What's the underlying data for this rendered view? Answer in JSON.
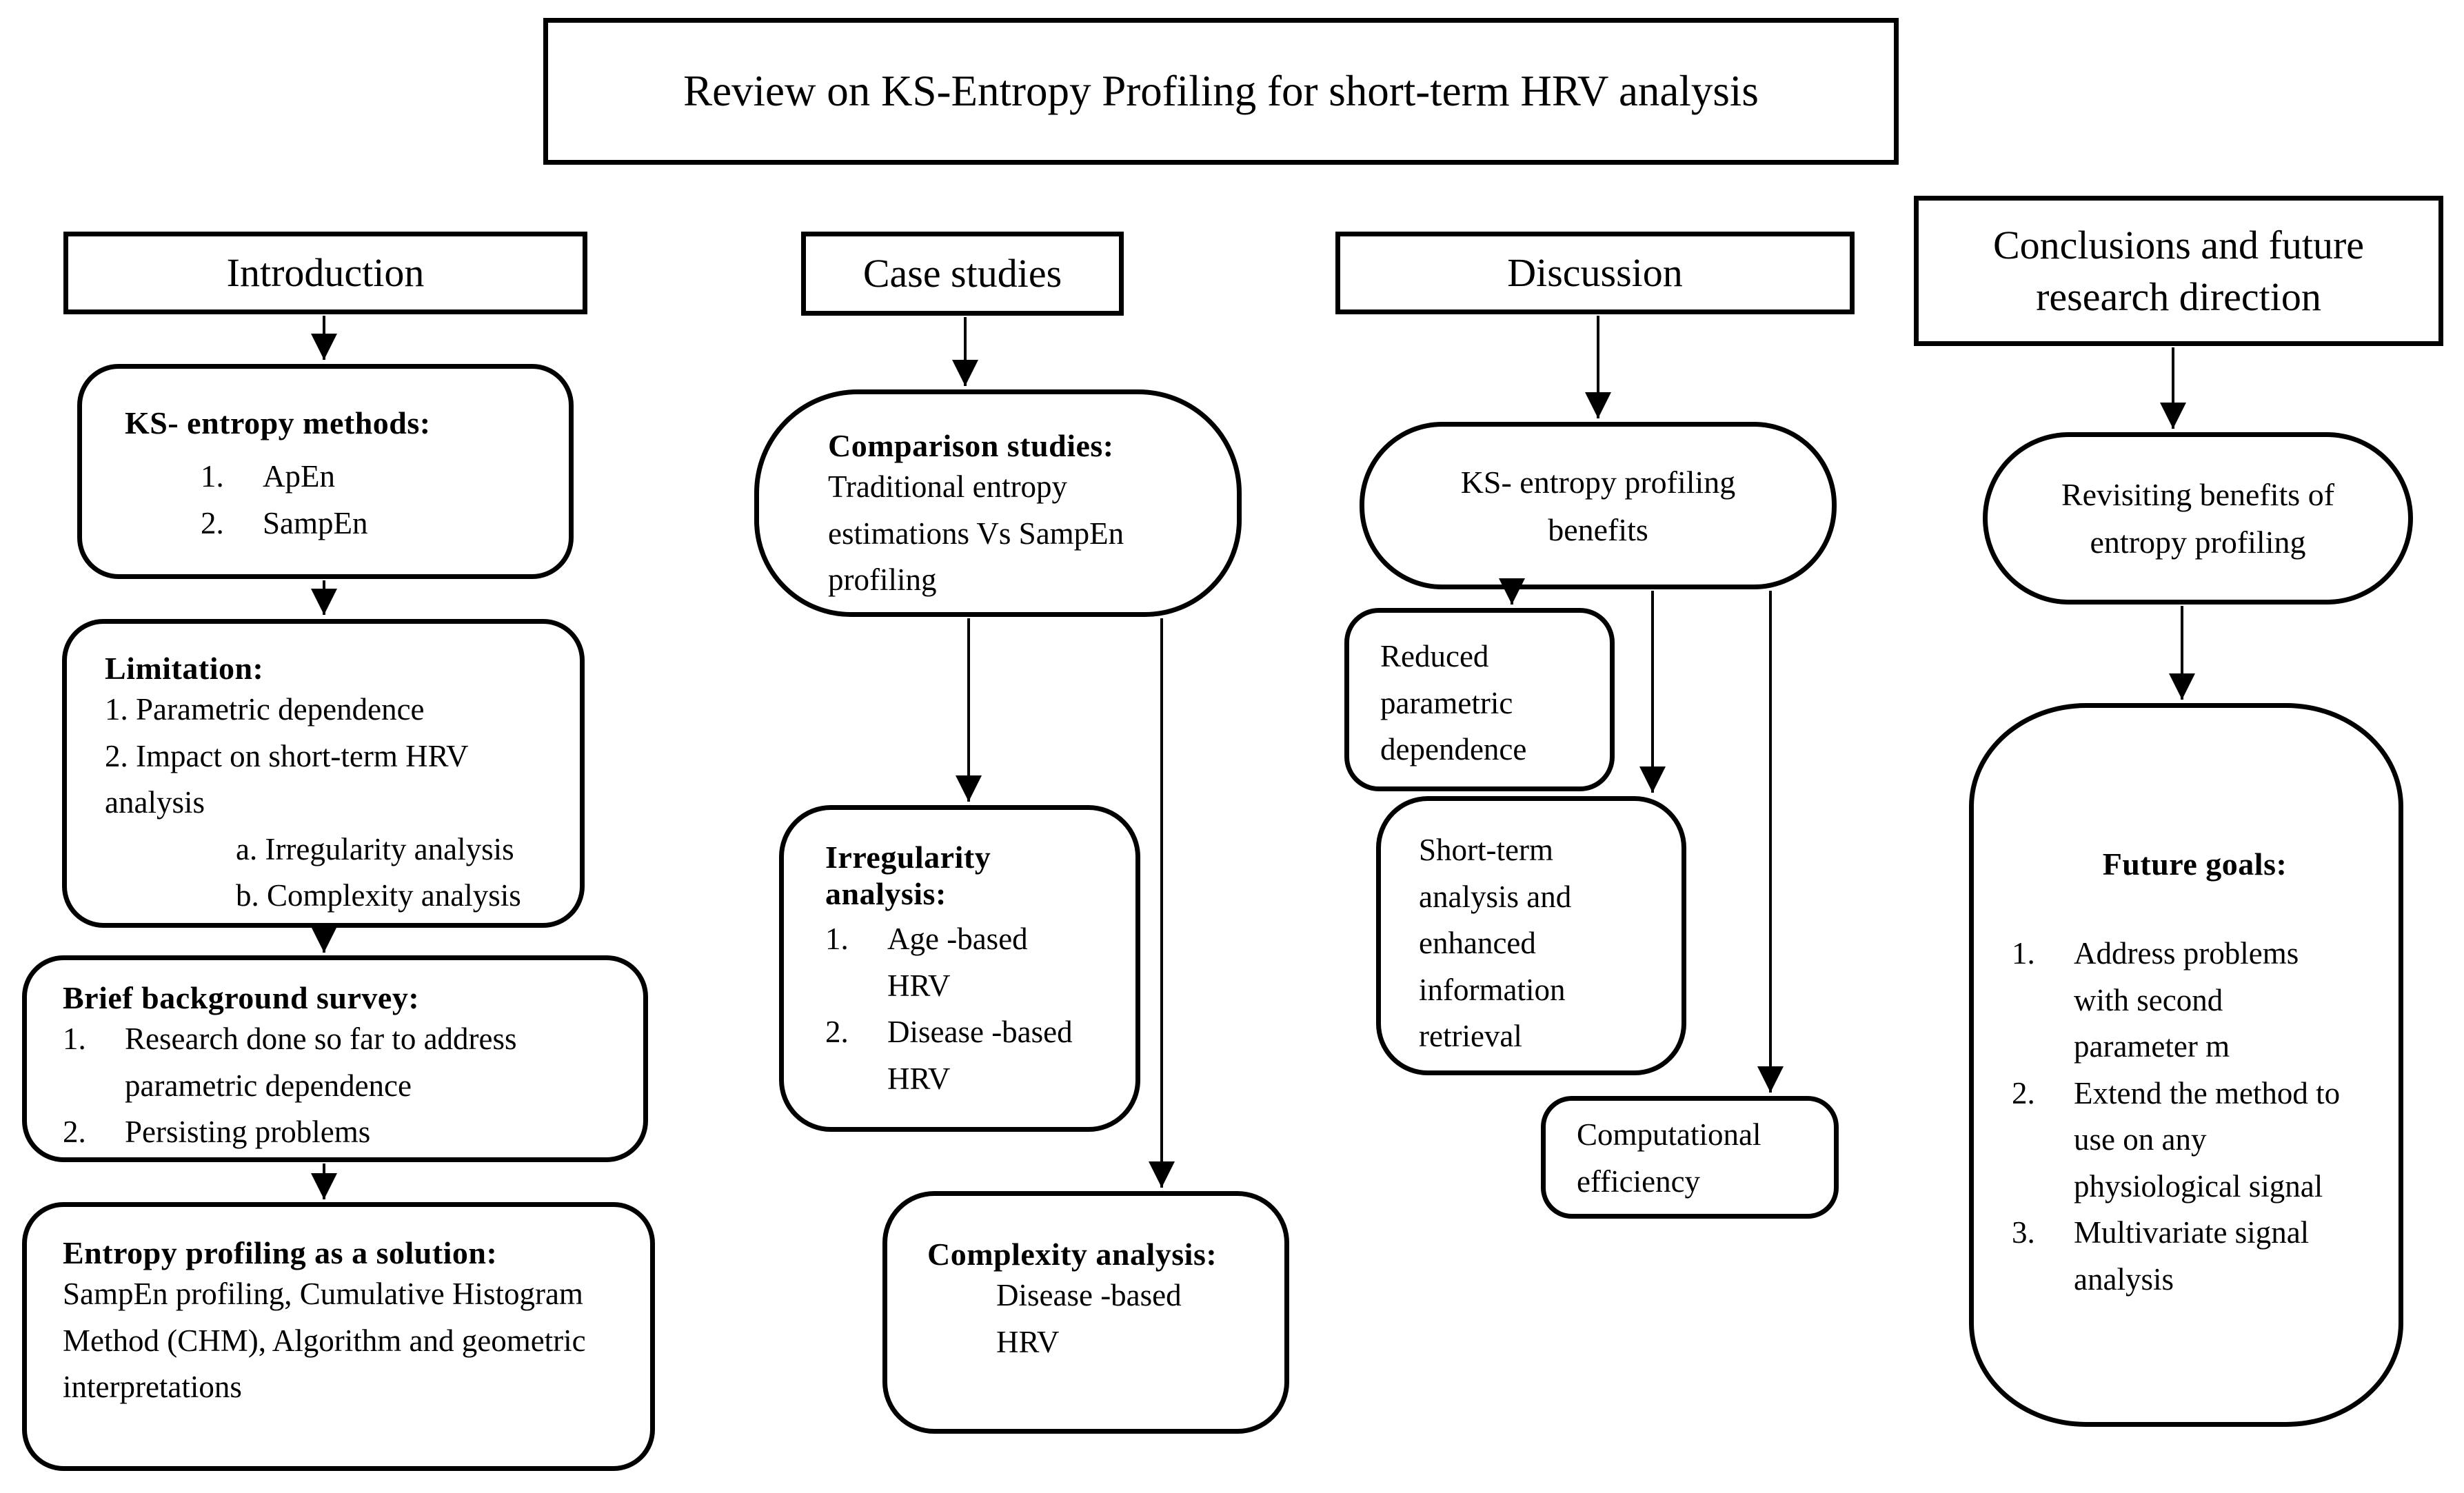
{
  "title": "Review on KS-Entropy Profiling for short-term HRV analysis",
  "columns": {
    "introduction": {
      "header": "Introduction",
      "ks_methods": {
        "heading": "KS- entropy methods:",
        "nums": [
          "1.",
          "2."
        ],
        "items": [
          "ApEn",
          "SampEn"
        ]
      },
      "limitation": {
        "heading": "Limitation:",
        "lines": [
          "1. Parametric dependence",
          "2. Impact on short-term HRV analysis"
        ],
        "sub_items": [
          "a. Irregularity analysis",
          "b. Complexity analysis"
        ]
      },
      "background": {
        "heading": "Brief background survey:",
        "nums": [
          "1.",
          "2."
        ],
        "items": [
          "Research done so far to address parametric dependence",
          "Persisting problems"
        ]
      },
      "solution": {
        "heading": "Entropy profiling as a solution:",
        "body": "SampEn profiling, Cumulative Histogram Method (CHM), Algorithm and geometric interpretations"
      }
    },
    "case_studies": {
      "header": "Case studies",
      "comparison": {
        "heading": "Comparison studies:",
        "body": "Traditional entropy estimations Vs SampEn profiling"
      },
      "irregularity": {
        "heading": "Irregularity analysis:",
        "nums": [
          "1.",
          "2."
        ],
        "items": [
          "Age -based HRV",
          "Disease -based HRV"
        ]
      },
      "complexity": {
        "heading": "Complexity analysis:",
        "body": "Disease -based HRV"
      }
    },
    "discussion": {
      "header": "Discussion",
      "benefits_label": "KS- entropy profiling benefits",
      "outcomes": [
        "Reduced parametric dependence",
        "Short-term analysis and enhanced information retrieval",
        "Computational efficiency"
      ]
    },
    "conclusions": {
      "header": "Conclusions and future research direction",
      "revisiting_label": "Revisiting benefits of entropy profiling",
      "future_goals": {
        "heading": "Future goals:",
        "nums": [
          "1.",
          "2.",
          "3."
        ],
        "items": [
          "Address problems with second parameter m",
          "Extend the method to use on any physiological signal",
          "Multivariate signal analysis"
        ]
      }
    }
  }
}
